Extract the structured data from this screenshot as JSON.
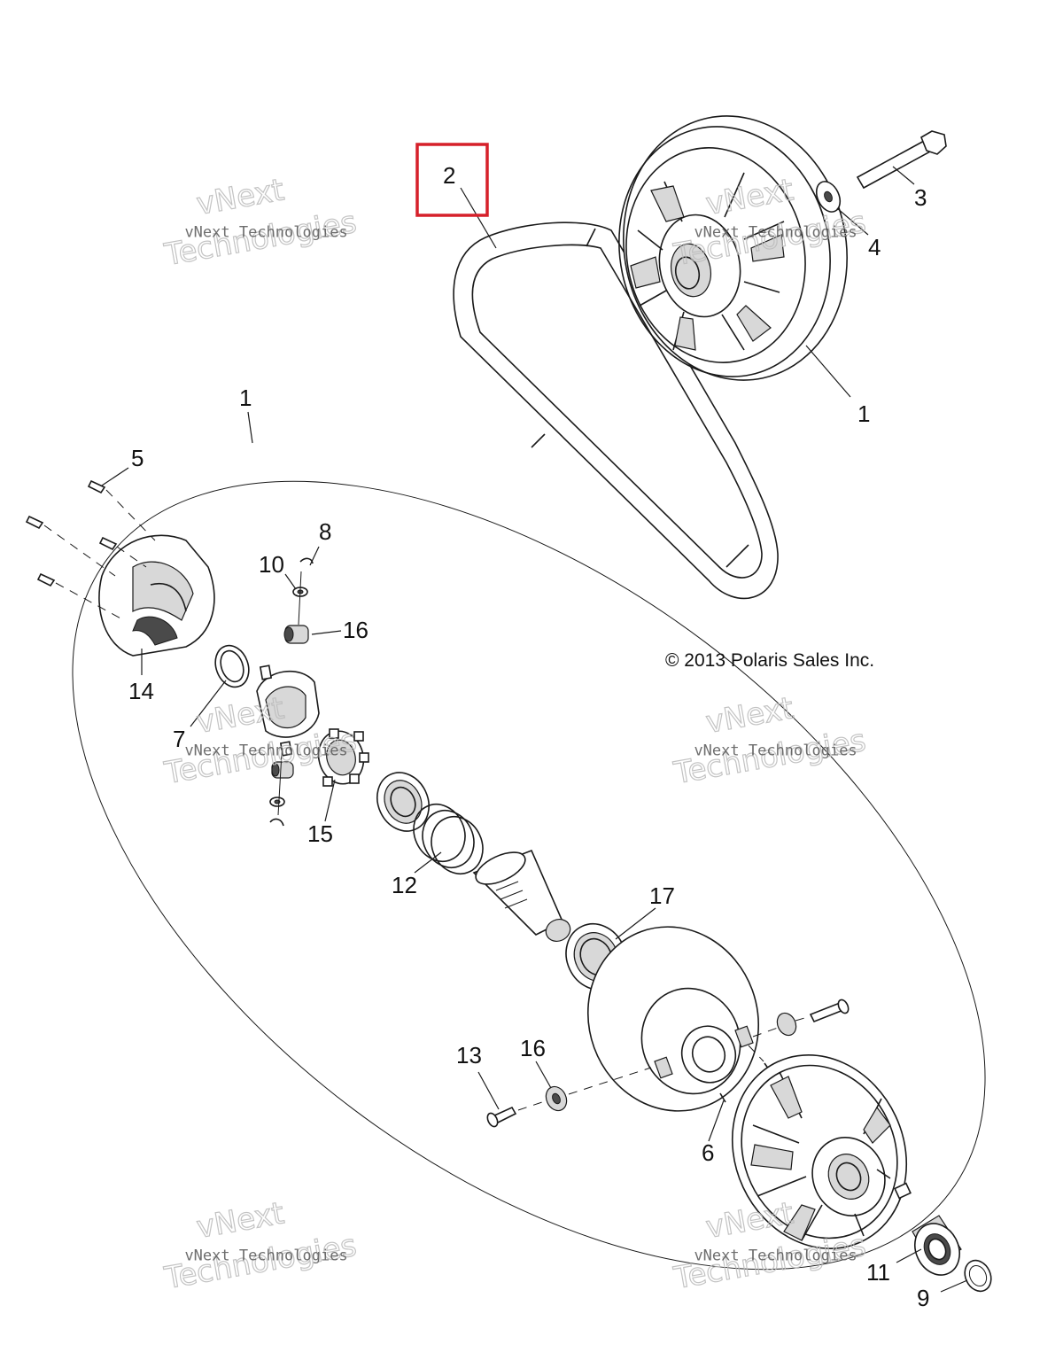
{
  "copyright": "© 2013 Polaris Sales Inc.",
  "watermark": {
    "line1": "vNext Technologies",
    "line2a": "vNext",
    "line2b": "Technologies"
  },
  "highlight_color": "#d6202a",
  "callouts": {
    "belt": "2",
    "bolt": "3",
    "washer": "4",
    "clutch_upper": "1",
    "clutch_assembly": "1",
    "screw": "5",
    "retaining_ring_8": "8",
    "washer_10": "10",
    "roller_16_upper": "16",
    "cover_14": "14",
    "ring_7": "7",
    "spider_15": "15",
    "springs_12": "12",
    "seal_17": "17",
    "pin_13": "13",
    "roller_16_lower": "16",
    "pin_6": "6",
    "bearing_11": "11",
    "snap_ring_9": "9"
  }
}
